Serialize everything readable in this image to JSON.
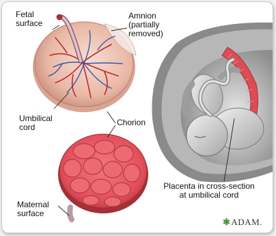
{
  "labels": {
    "fetal_surface": "Fetal\nsurface",
    "amnion": "Amnion\n(partially\nremoved)",
    "umbilical_cord": "Umbilical\ncord",
    "chorion": "Chorion",
    "maternal_surface": "Maternal\nsurface",
    "placenta_cross_section": "Placenta in cross-section\nat umbilical cord"
  },
  "logo": {
    "mark": "✱",
    "text": "ADAM."
  },
  "colors": {
    "tissue_pink": "#e8b8a8",
    "cotyledon_red": "#e85a63",
    "vessel_red": "#c0282e",
    "vessel_blue": "#3a55a8",
    "uterus_wall": "#9b9b9b",
    "fetus_skin": "#cfcfcf"
  }
}
